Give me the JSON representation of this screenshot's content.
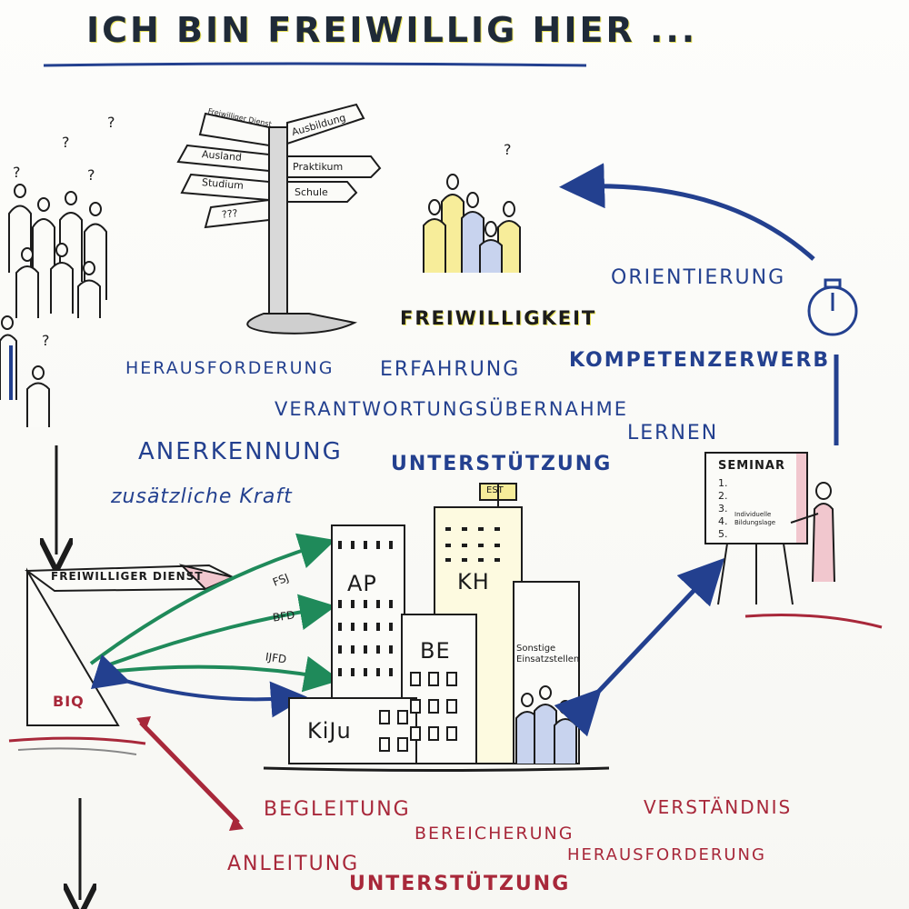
{
  "title": "ICH BIN FREIWILLIG HIER ...",
  "signpost": {
    "top": "Freiwilliger Dienst",
    "right": [
      "Ausbildung",
      "Praktikum",
      "Schule"
    ],
    "left": [
      "Ausland",
      "Studium",
      "???"
    ]
  },
  "center_label": "FREIWILLIGKEIT",
  "blue_words": {
    "herausforderung": "HERAUSFORDERUNG",
    "erfahrung": "ERFAHRUNG",
    "orientierung": "ORIENTIERUNG",
    "kompetenzerwerb": "KOMPETENZERWERB",
    "verantwortung": "VERANTWORTUNGSÜBERNAHME",
    "lernen": "LERNEN",
    "anerkennung": "ANERKENNUNG",
    "unterstuetzung": "UNTERSTÜTZUNG",
    "kraft": "zusätzliche Kraft"
  },
  "flag": "FREIWILLIGER DIENST",
  "biq": "BIQ",
  "programs": [
    "FSJ",
    "BFD",
    "IJFD"
  ],
  "buildings": {
    "ap": "AP",
    "kh": "KH",
    "est": "EST",
    "be": "BE",
    "kiju": "KiJu",
    "sonstige": "Sonstige Einsatzstellen"
  },
  "seminar": {
    "title": "SEMINAR",
    "items": [
      "1.",
      "2.",
      "3.",
      "4.",
      "5."
    ],
    "note": "Individuelle Bildungslage"
  },
  "red_words": {
    "begleitung": "BEGLEITUNG",
    "bereicherung": "BEREICHERUNG",
    "verstaendnis": "VERSTÄNDNIS",
    "anleitung": "ANLEITUNG",
    "unterstuetzung": "UNTERSTÜTZUNG",
    "herausforderung": "HERAUSFORDERUNG"
  },
  "colors": {
    "blue": "#23408f",
    "red": "#a8283a",
    "green": "#1f8a5a",
    "yellow": "#e8e25c",
    "ink": "#1c1c1c"
  }
}
